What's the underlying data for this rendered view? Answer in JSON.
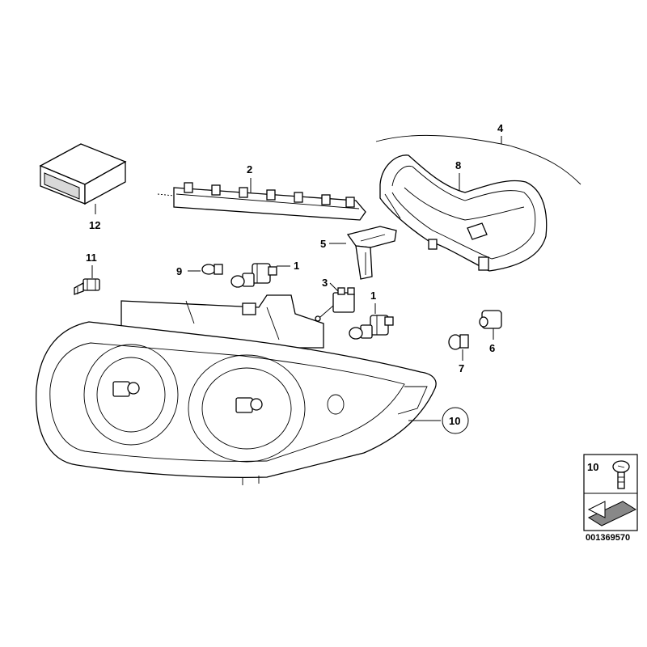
{
  "labels": {
    "p1a": "1",
    "p1b": "1",
    "p2": "2",
    "p3": "3",
    "p4": "4",
    "p5": "5",
    "p6": "6",
    "p7": "7",
    "p8": "8",
    "p9": "9",
    "p10": "10",
    "p11": "11",
    "p12": "12"
  },
  "legend": {
    "number": "10",
    "reference": "001369570"
  }
}
